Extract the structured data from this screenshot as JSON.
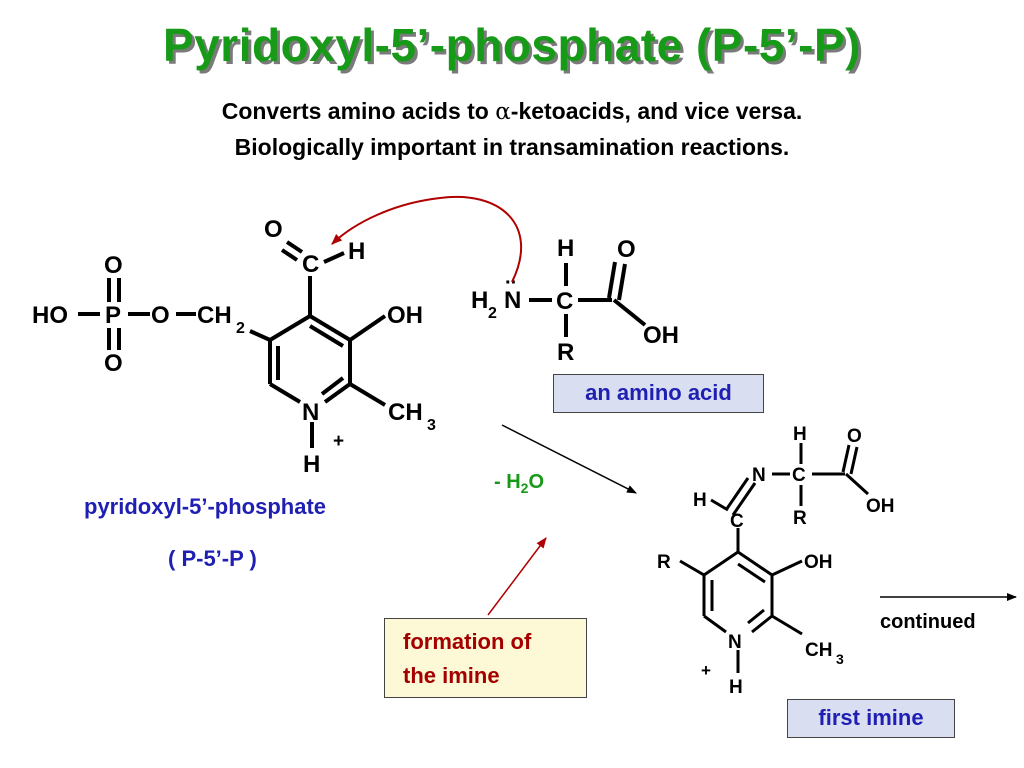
{
  "slide": {
    "title": "Pyridoxyl-5’-phosphate  (P-5’-P)",
    "subtitle_line1_pre": "Converts amino acids to ",
    "subtitle_alpha": "α",
    "subtitle_line1_post": "-ketoacids, and vice versa.",
    "subtitle_line2": "Biologically important in transamination reactions."
  },
  "labels": {
    "plp_name": "pyridoxyl-5’-phosphate",
    "plp_abbrev": "( P-5’-P )",
    "amino_acid": "an amino acid",
    "first_imine": "first imine",
    "imine_formation_1": "formation of",
    "imine_formation_2": "the imine",
    "water_loss": "- H",
    "water_sub": "2",
    "water_o": "O",
    "continued": "continued"
  },
  "colors": {
    "title_green": "#179a17",
    "blue_label": "#1f1fb4",
    "red_label": "#a40000",
    "water_green": "#179a17"
  }
}
